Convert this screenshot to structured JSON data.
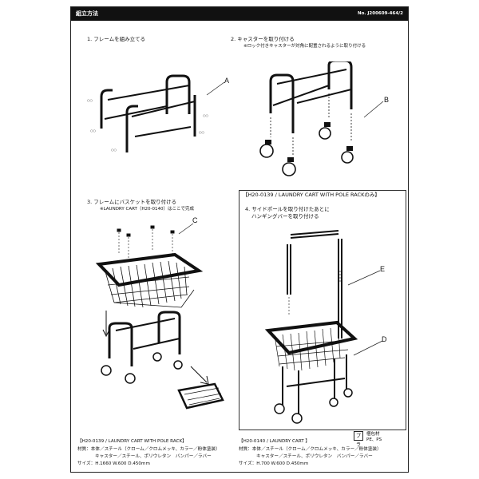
{
  "header": {
    "title": "組立方法",
    "number": "No. J200609-464/2"
  },
  "steps": {
    "s1": "1. フレームを組み立てる",
    "s2": "2. キャスターを取り付ける",
    "s2_note": "※ロック付きキャスターが対角に配置されるように取り付ける",
    "s3": "3. フレームにバスケットを取り付ける",
    "s3_note": "※LAUNDRY CART（H20-0140）はここで完成",
    "s4_line1": "4. サイドポールを取り付けたあとに",
    "s4_line2": "ハンギングバーを取り付ける"
  },
  "box_title": "【H20-0139 / LAUNDRY CART WITH POLE RACKのみ】",
  "labels": {
    "A": "A",
    "B": "B",
    "C": "C",
    "D": "D",
    "E": "E"
  },
  "spec_left": {
    "title": "【H20-0139 / LAUNDRY CART WITH POLE RACK】",
    "line1": "材質：本体／スチール（クローム／クロムメッキ、カラー／粉体塗装）",
    "line2": "キャスター／スチール、ポリウレタン　バンパー／ラバー",
    "line3": "サイズ：H.1660 W.600 D.450mm"
  },
  "spec_right": {
    "title": "【H20-0140 / LAUNDRY CART 】",
    "line1": "材質：本体／スチール（クローム／クロムメッキ、カラー／粉体塗装）",
    "line2": "キャスター／スチール、ポリウレタン　バンパー／ラバー",
    "line3": "サイズ：H.700 W.600 D.450mm"
  },
  "recycle": {
    "icon": "プラ",
    "line1": "梱包材",
    "line2": "PE、PS"
  }
}
